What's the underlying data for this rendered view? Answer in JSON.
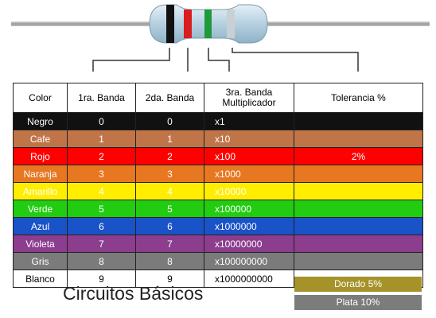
{
  "resistor": {
    "bands": [
      {
        "name": "Negro",
        "color": "#111111"
      },
      {
        "name": "Rojo",
        "color": "#d81e1e"
      },
      {
        "name": "Verde",
        "color": "#1f9a3a"
      },
      {
        "name": "Plata",
        "color": "#c8d0d4"
      }
    ],
    "body_color": "#c5dbe8",
    "lead_color": "#b8b8b8"
  },
  "table": {
    "headers": {
      "color": "Color",
      "band1": "1ra. Banda",
      "band2": "2da. Banda",
      "multiplier_line1": "3ra. Banda",
      "multiplier_line2": "Multiplicador",
      "tolerance": "Tolerancia %"
    },
    "rows": [
      {
        "color": "Negro",
        "band1": "0",
        "band2": "0",
        "multiplier": "x1",
        "tolerance": "",
        "bg": "#111111",
        "fg": "#ffffff"
      },
      {
        "color": "Cafe",
        "band1": "1",
        "band2": "1",
        "multiplier": "x10",
        "tolerance": "",
        "bg": "#c07548",
        "fg": "#ffffff"
      },
      {
        "color": "Rojo",
        "band1": "2",
        "band2": "2",
        "multiplier": "x100",
        "tolerance": "2%",
        "bg": "#ff0000",
        "fg": "#ffffff"
      },
      {
        "color": "Naranja",
        "band1": "3",
        "band2": "3",
        "multiplier": "x1000",
        "tolerance": "",
        "bg": "#e87722",
        "fg": "#ffffff"
      },
      {
        "color": "Amarillo",
        "band1": "4",
        "band2": "4",
        "multiplier": "x10000",
        "tolerance": "",
        "bg": "#ffee00",
        "fg": "#ffffff"
      },
      {
        "color": "Verde",
        "band1": "5",
        "band2": "5",
        "multiplier": "x100000",
        "tolerance": "",
        "bg": "#22cc11",
        "fg": "#ffffff"
      },
      {
        "color": "Azul",
        "band1": "6",
        "band2": "6",
        "multiplier": "x1000000",
        "tolerance": "",
        "bg": "#1a52c8",
        "fg": "#ffffff"
      },
      {
        "color": "Violeta",
        "band1": "7",
        "band2": "7",
        "multiplier": "x10000000",
        "tolerance": "",
        "bg": "#8c3d8e",
        "fg": "#ffffff"
      },
      {
        "color": "Gris",
        "band1": "8",
        "band2": "8",
        "multiplier": "x100000000",
        "tolerance": "",
        "bg": "#7b7b7b",
        "fg": "#ffffff"
      },
      {
        "color": "Blanco",
        "band1": "9",
        "band2": "9",
        "multiplier": "x1000000000",
        "tolerance": "",
        "bg": "#ffffff",
        "fg": "#000000"
      }
    ]
  },
  "tolerance_legend": [
    {
      "label": "Dorado  5%",
      "bg": "#a5932a"
    },
    {
      "label": "Plata  10%",
      "bg": "#7c7c7c"
    }
  ],
  "footer": {
    "title": "Circuitos Básicos"
  }
}
